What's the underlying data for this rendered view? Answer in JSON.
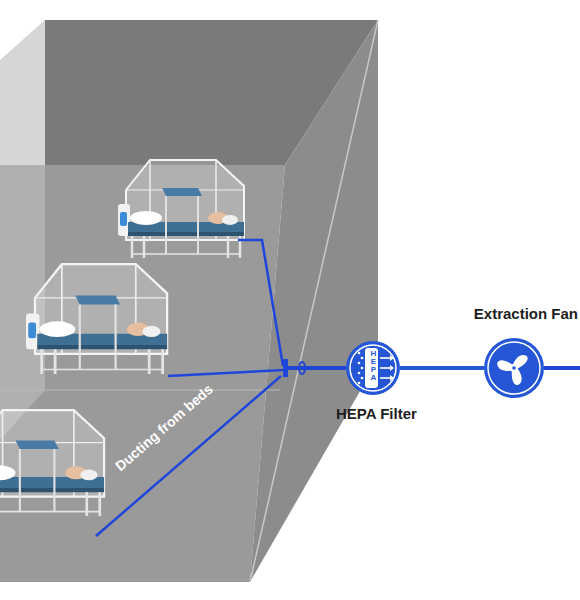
{
  "diagram": {
    "nodes": [
      {
        "text": [
          "HEPA",
          "HEPA Filter"
        ]
      },
      {
        "text": [
          "Extraction Fan"
        ]
      }
    ],
    "edges": [
      {
        "from": 0,
        "to": 1,
        "arrow": "none"
      }
    ],
    "labels": [
      "Ducting from beds"
    ]
  }
}
